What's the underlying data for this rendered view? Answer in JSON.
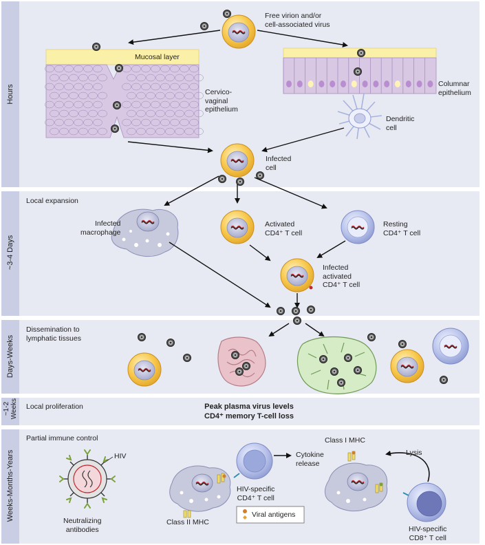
{
  "sections": {
    "hours": "Hours",
    "days": "~3-4 Days",
    "days_weeks": "Days-Weeks",
    "weeks_1_2": "~1-2\nWeeks",
    "long_term": "Weeks-Months-Years"
  },
  "panel1": {
    "free_virion": "Free virion and/or\ncell-associated virus",
    "mucosal_layer": "Mucosal layer",
    "cervico_vaginal": "Cervico-\nvaginal\nepithelium",
    "columnar": "Columnar\nepithelium",
    "dendritic": "Dendritic\ncell",
    "infected_cell": "Infected\ncell"
  },
  "panel2": {
    "local_expansion": "Local expansion",
    "infected_macrophage": "Infected\nmacrophage",
    "activated_cd4": "Activated\nCD4⁺ T cell",
    "resting_cd4": "Resting\nCD4⁺ T cell",
    "infected_activated": "Infected\nactivated\nCD4⁺ T cell"
  },
  "panel3": {
    "dissemination": "Dissemination to\nlymphatic tissues"
  },
  "panel4": {
    "local_proliferation": "Local proliferation",
    "peak_plasma": "Peak plasma virus levels",
    "memory_loss": "CD4⁺ memory T-cell loss"
  },
  "panel5": {
    "partial_control": "Partial immune control",
    "hiv": "HIV",
    "neutralizing": "Neutralizing\nantibodies",
    "class_ii": "Class II MHC",
    "hiv_specific_cd4": "HIV-specific\nCD4⁺ T cell",
    "cytokine": "Cytokine\nrelease",
    "viral_antigens": "Viral antigens",
    "class_i": "Class I MHC",
    "lysis": "Lysis",
    "hiv_specific_cd8": "HIV-specific\nCD8⁺ T cell"
  },
  "colors": {
    "panel_bg": "#e8eaf3",
    "sidebar_bg": "#c9cee4",
    "cell_yellow": "#f7c648",
    "cell_blue": "#b9c3ea",
    "epithelium_purple": "#d9c8e4",
    "mucosa_yellow": "#fbf0a8",
    "lymph_green": "#d6ecc6",
    "macrophage_gray": "#c7c9dc"
  }
}
